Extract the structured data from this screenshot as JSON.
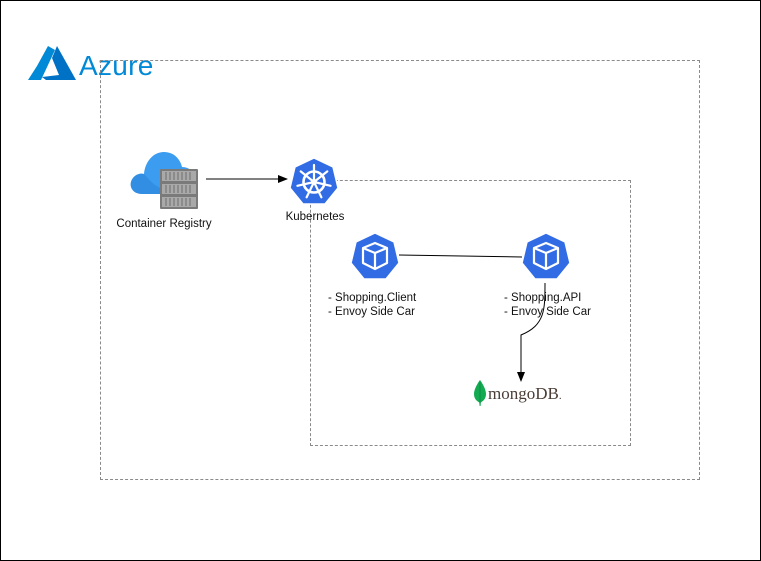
{
  "diagram": {
    "azure_label": "Azure",
    "nodes": {
      "registry": {
        "label": "Container Registry"
      },
      "kubernetes": {
        "label": "Kubernetes"
      },
      "client_pod": {
        "lines": [
          "- Shopping.Client",
          "- Envoy Side Car"
        ]
      },
      "api_pod": {
        "lines": [
          "- Shopping.API",
          "- Envoy Side Car"
        ]
      },
      "mongodb": {
        "label_mongo": "mongo",
        "label_db": "DB",
        "suffix": "."
      }
    },
    "colors": {
      "azure_blue": "#0089d6",
      "k8s_blue": "#326ce5",
      "mongo_green": "#13aa52",
      "mongo_text": "#4a3d35",
      "registry_cloud": "#3b9cf0",
      "registry_box": "#8a8a8a"
    }
  }
}
